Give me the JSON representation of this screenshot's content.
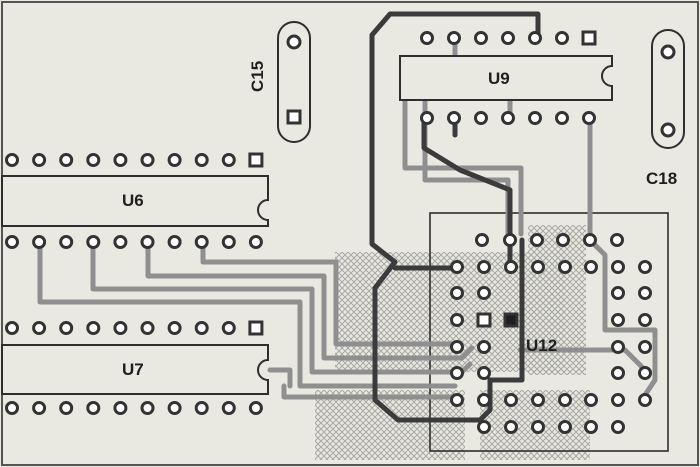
{
  "labels": {
    "c15": "C15",
    "c18": "C18",
    "u6": "U6",
    "u7": "U7",
    "u9": "U9",
    "u12": "U12"
  },
  "colors": {
    "background": "#e9e8e1",
    "pad_fill": "#ffffff",
    "pad_ring": "#3a3a3a",
    "trace_dark": "#3b3b3b",
    "trace_light": "#8f8f8f",
    "hatch": "#b9b9b3",
    "outline": "#2e2e2e"
  }
}
